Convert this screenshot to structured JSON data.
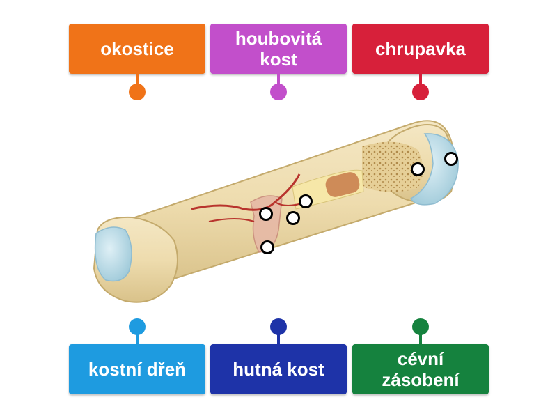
{
  "labels": {
    "top": [
      {
        "text": "okostice",
        "color": "#F07318"
      },
      {
        "text": "houbovitá kost",
        "color": "#C24FCB"
      },
      {
        "text": "chrupavka",
        "color": "#D7203A"
      }
    ],
    "bottom": [
      {
        "text": "kostní dřeň",
        "color": "#1E9BE0"
      },
      {
        "text": "hutná kost",
        "color": "#1E33A8"
      },
      {
        "text": "cévní zásobení",
        "color": "#15823E"
      }
    ]
  },
  "diagram": {
    "image": "bone-cross-section-illustration",
    "hotspot_count": 6
  }
}
